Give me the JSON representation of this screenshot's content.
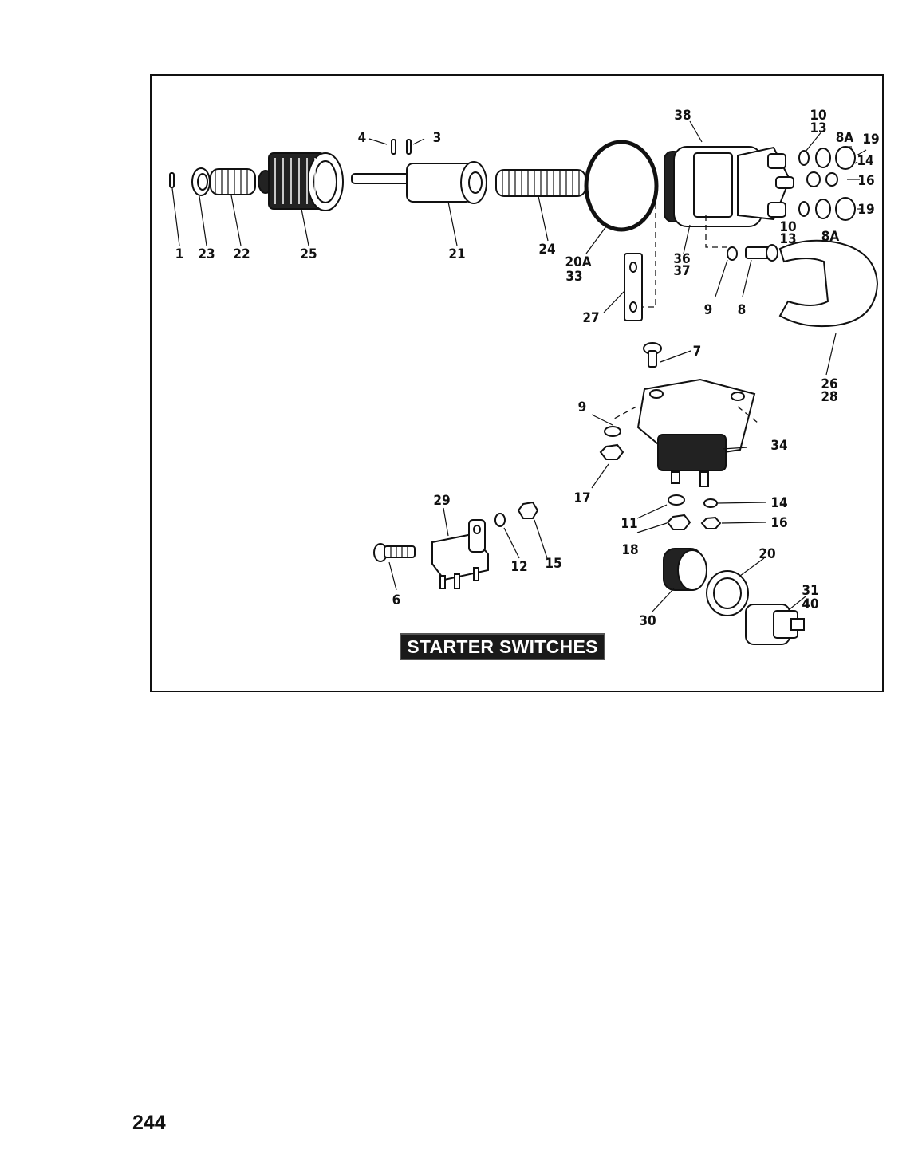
{
  "diagram": {
    "title": "STARTER SWITCHES",
    "callouts": [
      "1",
      "23",
      "22",
      "25",
      "4",
      "3",
      "21",
      "24",
      "20A",
      "33",
      "27",
      "38",
      "36",
      "37",
      "9",
      "8",
      "10",
      "13",
      "8A",
      "19",
      "14",
      "16",
      "26",
      "28",
      "7",
      "34",
      "17",
      "11",
      "18",
      "29",
      "12",
      "15",
      "6",
      "30",
      "20",
      "31",
      "40"
    ]
  },
  "page": {
    "number": "244"
  }
}
